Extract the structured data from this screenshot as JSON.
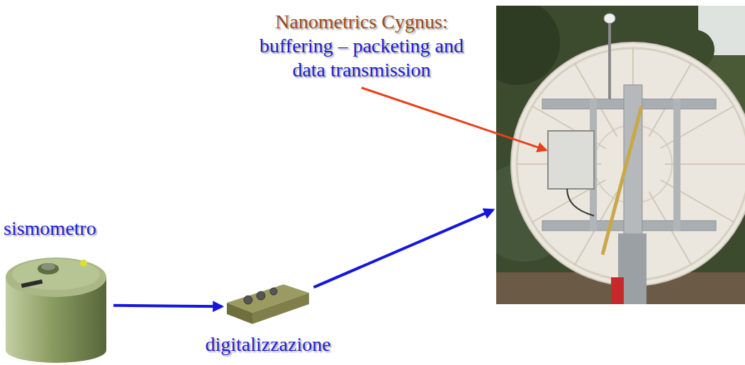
{
  "diagram": {
    "nodes": [
      {
        "text": [
          "sismometro"
        ]
      },
      {
        "text": [
          "digitalizzazione"
        ]
      },
      {
        "text": [
          "Nanometrics Cygnus:",
          "buffering – packeting and data transmission"
        ]
      }
    ],
    "edges": [
      {
        "from": 0,
        "to": 1,
        "arrow": "to"
      },
      {
        "from": 1,
        "to": 2,
        "arrow": "to"
      }
    ]
  }
}
